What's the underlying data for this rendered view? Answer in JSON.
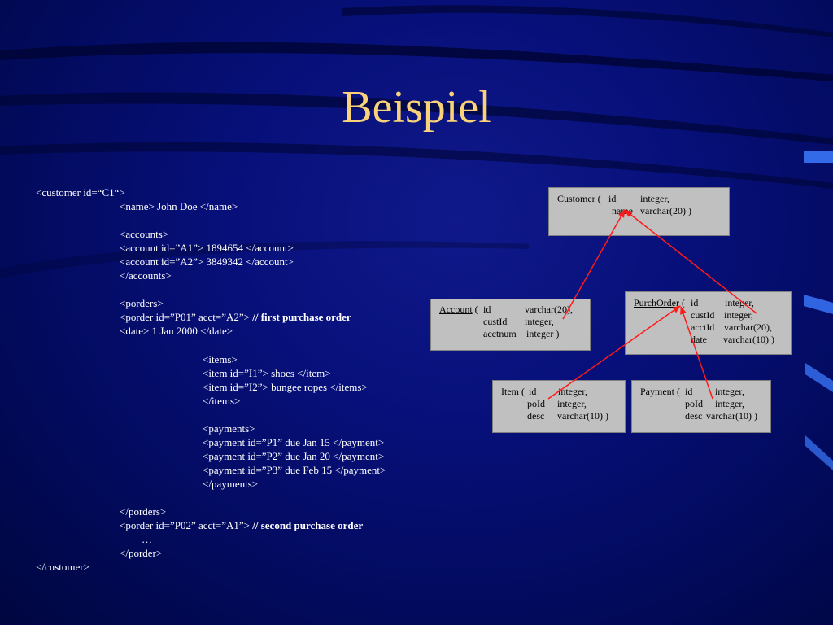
{
  "slide": {
    "title": "Beispiel"
  },
  "xml_example": {
    "lines": [
      "<customer id=“C1“>",
      "<name> John Doe </name>",
      "",
      "<accounts>",
      "<account id=”A1”> 1894654 </account>",
      "<account id=”A2”> 3849342 </account>",
      "</accounts>",
      "",
      "<porders>",
      "<porder id=”P01” acct=”A2”>",
      "// first purchase order",
      "<date> 1 Jan 2000 </date>",
      "",
      "<items>",
      "<item id=”I1”> shoes </item>",
      "<item id=”I2”> bungee ropes </items>",
      "</items>",
      "",
      "<payments>",
      "<payment id=”P1” due Jan 15 </payment>",
      "<payment id=”P2” due Jan 20 </payment>",
      "<payment id=”P3” due Feb 15 </payment>",
      "</payments>",
      "",
      "</porders>",
      "<porder id=”P02” acct=”A1”>",
      "// second purchase order",
      "…",
      "</porder>",
      "</customer>"
    ]
  },
  "schema": {
    "customer": {
      "name": "Customer",
      "open": " (",
      "cols": [
        "id",
        "name"
      ],
      "types": [
        "integer,",
        "varchar(20) )"
      ]
    },
    "account": {
      "name": "Account",
      "open": " (",
      "cols": [
        "id",
        "custId",
        "acctnum"
      ],
      "types": [
        "varchar(20),",
        "integer,",
        "integer )"
      ]
    },
    "purchorder": {
      "name": "PurchOrder",
      "open": " (",
      "cols": [
        "id",
        "custId",
        "acctId",
        "date"
      ],
      "types": [
        "integer,",
        "integer,",
        "varchar(20),",
        "varchar(10) )"
      ]
    },
    "item": {
      "name": "Item",
      "open": " (",
      "cols": [
        "id",
        "poId",
        "desc"
      ],
      "types": [
        "integer,",
        "integer,",
        "varchar(10) )"
      ]
    },
    "payment": {
      "name": "Payment",
      "open": " (",
      "cols": [
        "id",
        "poId",
        "desc"
      ],
      "types": [
        "integer,",
        "integer,",
        "varchar(10) )"
      ]
    }
  },
  "colors": {
    "title": "#f9d27a",
    "arrow": "#ff1a1a",
    "box": "#c0c0c0"
  }
}
